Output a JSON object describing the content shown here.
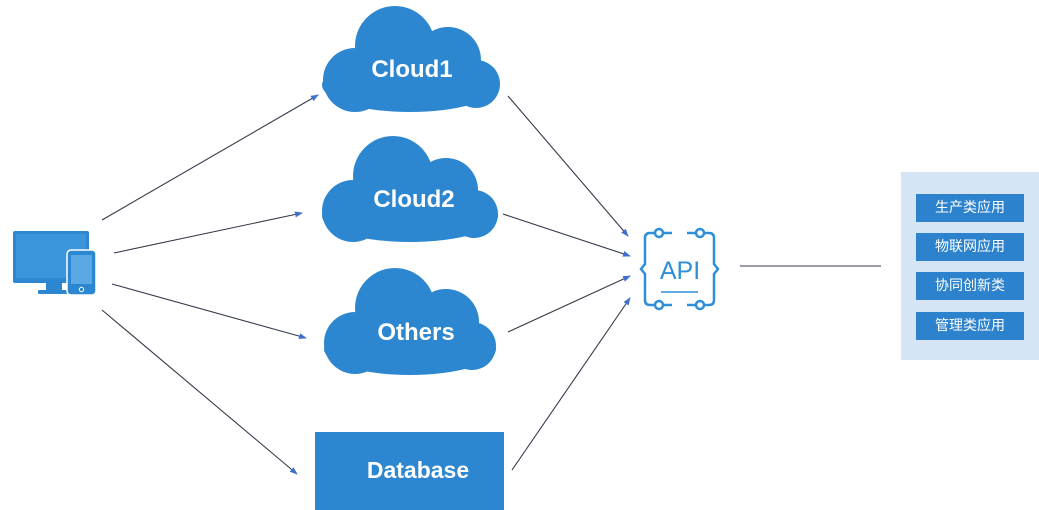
{
  "nodes": {
    "cloud1": "Cloud1",
    "cloud2": "Cloud2",
    "others": "Others",
    "database": "Database",
    "api": "API"
  },
  "apps": [
    "生产类应用",
    "物联网应用",
    "协同创新类",
    "管理类应用"
  ],
  "colors": {
    "node_fill": "#2c87d0",
    "api_stroke": "#2e8fd8",
    "panel_bg": "#d6e5f5",
    "app_item_bg": "#2c82cc",
    "connector": "#333a4a"
  },
  "icons": {
    "client": "monitor-and-phone-icon",
    "api": "api-connector-icon"
  }
}
